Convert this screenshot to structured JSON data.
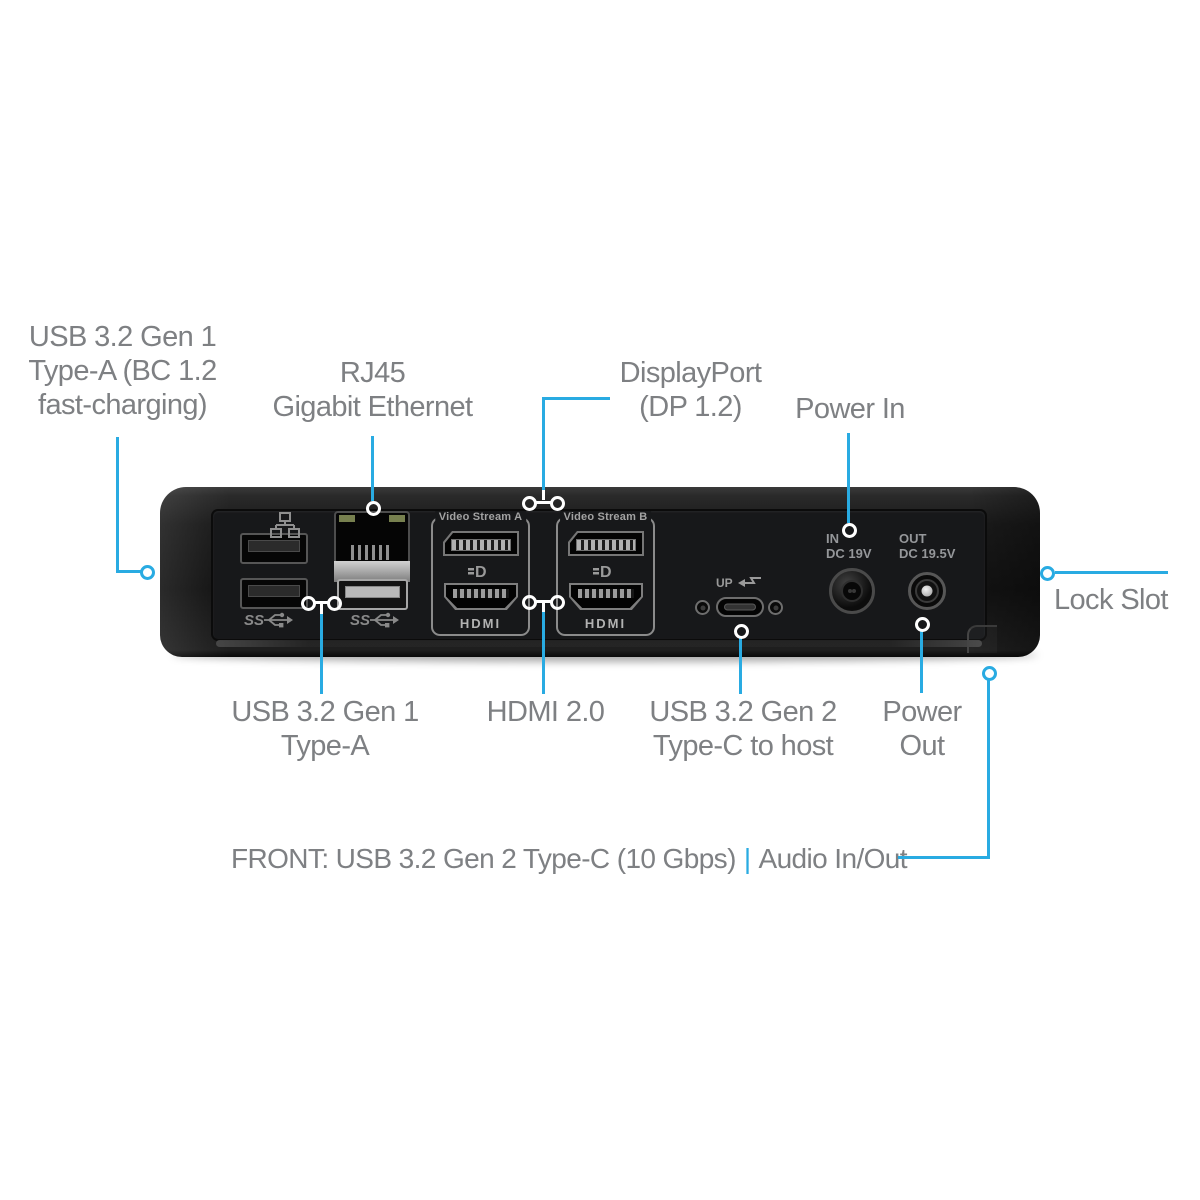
{
  "colors": {
    "accent": "#29abe2",
    "label_text": "#7e8083",
    "device_text": "#95979a"
  },
  "callouts": {
    "usb_bc": {
      "lines": [
        "USB 3.2 Gen 1",
        "Type-A (BC 1.2",
        "fast-charging)"
      ]
    },
    "rj45": {
      "lines": [
        "RJ45",
        "Gigabit Ethernet"
      ]
    },
    "displayport": {
      "lines": [
        "DisplayPort",
        "(DP 1.2)"
      ]
    },
    "power_in": {
      "lines": [
        "Power In"
      ]
    },
    "lock_slot": {
      "lines": [
        "Lock Slot"
      ]
    },
    "usb_a": {
      "lines": [
        "USB 3.2 Gen 1",
        "Type-A"
      ]
    },
    "hdmi": {
      "lines": [
        "HDMI 2.0"
      ]
    },
    "usb_c_host": {
      "lines": [
        "USB 3.2 Gen 2",
        "Type-C to host"
      ]
    },
    "power_out": {
      "lines": [
        "Power",
        "Out"
      ]
    },
    "front_note": {
      "text": "FRONT: USB 3.2 Gen 2 Type-C (10 Gbps)",
      "separator": "|",
      "text2": "Audio In/Out"
    }
  },
  "device": {
    "video_stream_a": "Video Stream A",
    "video_stream_b": "Video Stream B",
    "hdmi_logo": "HDMI",
    "dp_logo": "D",
    "ss_label": "SS",
    "up_label": "UP",
    "power_in_label1": "IN",
    "power_in_label2": "DC 19V",
    "power_out_label1": "OUT",
    "power_out_label2": "DC 19.5V"
  }
}
